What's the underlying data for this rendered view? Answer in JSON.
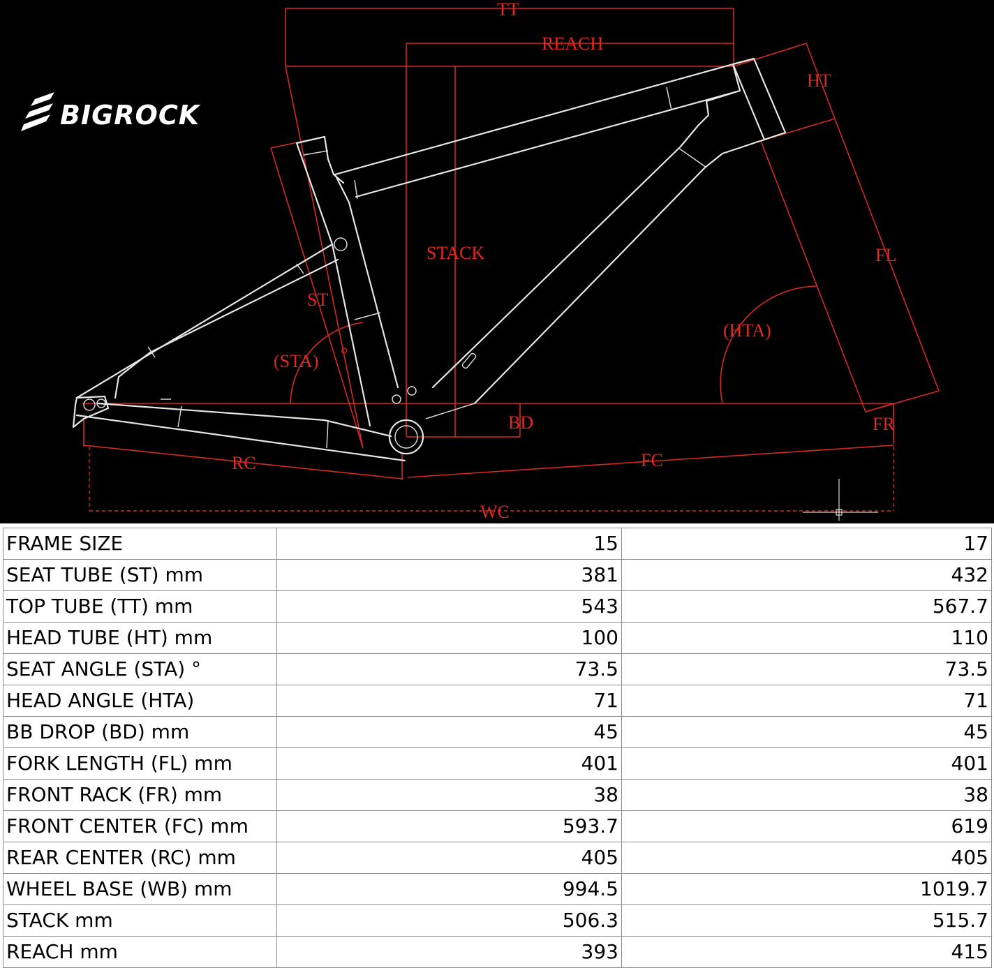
{
  "brand": {
    "logo_text": "BIGROCK"
  },
  "diagram_labels": {
    "tt": "TT",
    "reach": "REACH",
    "ht": "HT",
    "stack": "STACK",
    "fl": "FL",
    "st": "ST",
    "sta": "(STA)",
    "degree": "°",
    "hta": "(HTA)",
    "bd": "BD",
    "fr": "FR",
    "rc": "RC",
    "fc": "FC",
    "wc": "WC"
  },
  "table": {
    "rows": [
      {
        "label": "FRAME SIZE",
        "v15": "15",
        "v17": "17"
      },
      {
        "label": "SEAT TUBE (ST) mm",
        "v15": "381",
        "v17": "432"
      },
      {
        "label": "TOP TUBE (TT) mm",
        "v15": "543",
        "v17": "567.7"
      },
      {
        "label": "HEAD TUBE (HT) mm",
        "v15": "100",
        "v17": "110"
      },
      {
        "label": "SEAT ANGLE (STA) °",
        "v15": "73.5",
        "v17": "73.5"
      },
      {
        "label": "HEAD ANGLE (HTA)",
        "v15": "71",
        "v17": "71"
      },
      {
        "label": "BB DROP (BD) mm",
        "v15": "45",
        "v17": "45"
      },
      {
        "label": "FORK LENGTH (FL) mm",
        "v15": "401",
        "v17": "401"
      },
      {
        "label": "FRONT RACK (FR) mm",
        "v15": "38",
        "v17": "38"
      },
      {
        "label": "FRONT CENTER (FC) mm",
        "v15": "593.7",
        "v17": "619"
      },
      {
        "label": "REAR CENTER (RC) mm",
        "v15": "405",
        "v17": "405"
      },
      {
        "label": "WHEEL BASE (WB) mm",
        "v15": "994.5",
        "v17": "1019.7"
      },
      {
        "label": "STACK mm",
        "v15": "506.3",
        "v17": "515.7"
      },
      {
        "label": "REACH mm",
        "v15": "393",
        "v17": "415"
      }
    ]
  }
}
